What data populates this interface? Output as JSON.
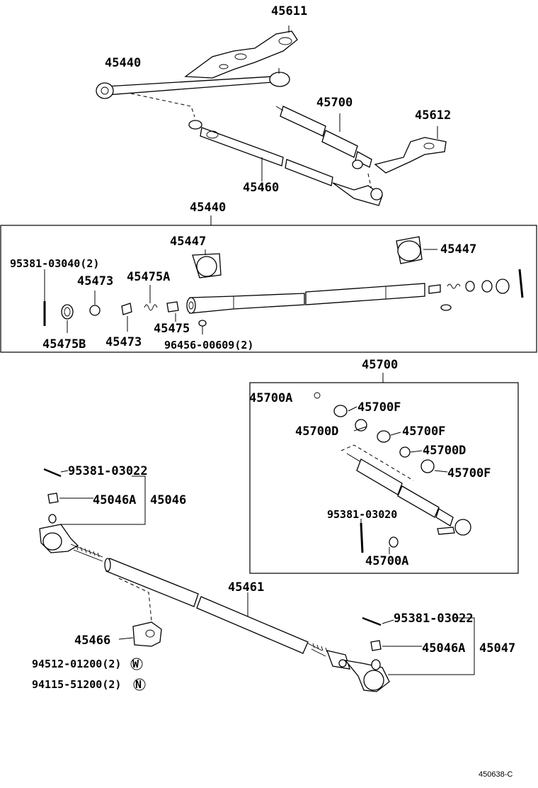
{
  "top_assembly": {
    "labels": [
      "45611",
      "45440",
      "45700",
      "45612",
      "45460"
    ]
  },
  "drag_link_box": {
    "title": "45440",
    "labels": [
      "45447",
      "45447",
      "95381-03040(2)",
      "45473",
      "45475A",
      "45475B",
      "45473",
      "45475",
      "96456-00609(2)"
    ]
  },
  "damper_box": {
    "title": "45700",
    "labels": [
      "45700A",
      "45700F",
      "45700D",
      "45700F",
      "45700D",
      "45700F",
      "95381-03020",
      "45700A"
    ]
  },
  "tie_rod": {
    "labels": [
      "95381-03022",
      "45046A",
      "45046",
      "45461",
      "45466",
      "94512-01200(2)",
      "94115-51200(2)",
      "95381-03022",
      "45046A",
      "45047"
    ],
    "washer_marks": [
      "W",
      "N"
    ]
  },
  "footer": {
    "code": "450638-C"
  }
}
